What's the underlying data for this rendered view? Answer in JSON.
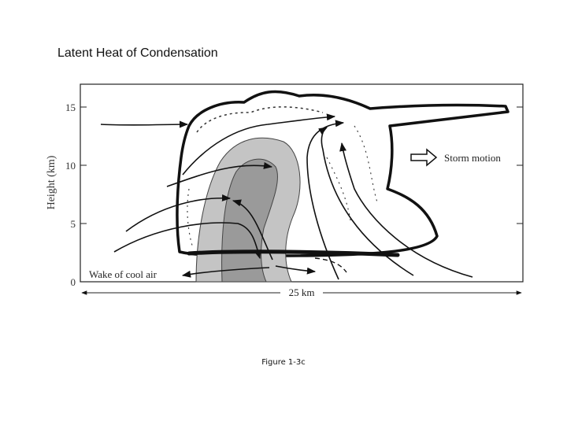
{
  "slide": {
    "title": "Latent Heat of Condensation",
    "caption": "Figure 1-3c"
  },
  "diagram": {
    "y_axis_label": "Height (km)",
    "y_ticks": [
      "15",
      "10",
      "5",
      "0"
    ],
    "scale_label": "25 km",
    "storm_motion_label": "Storm motion",
    "wake_label": "Wake of cool air"
  }
}
